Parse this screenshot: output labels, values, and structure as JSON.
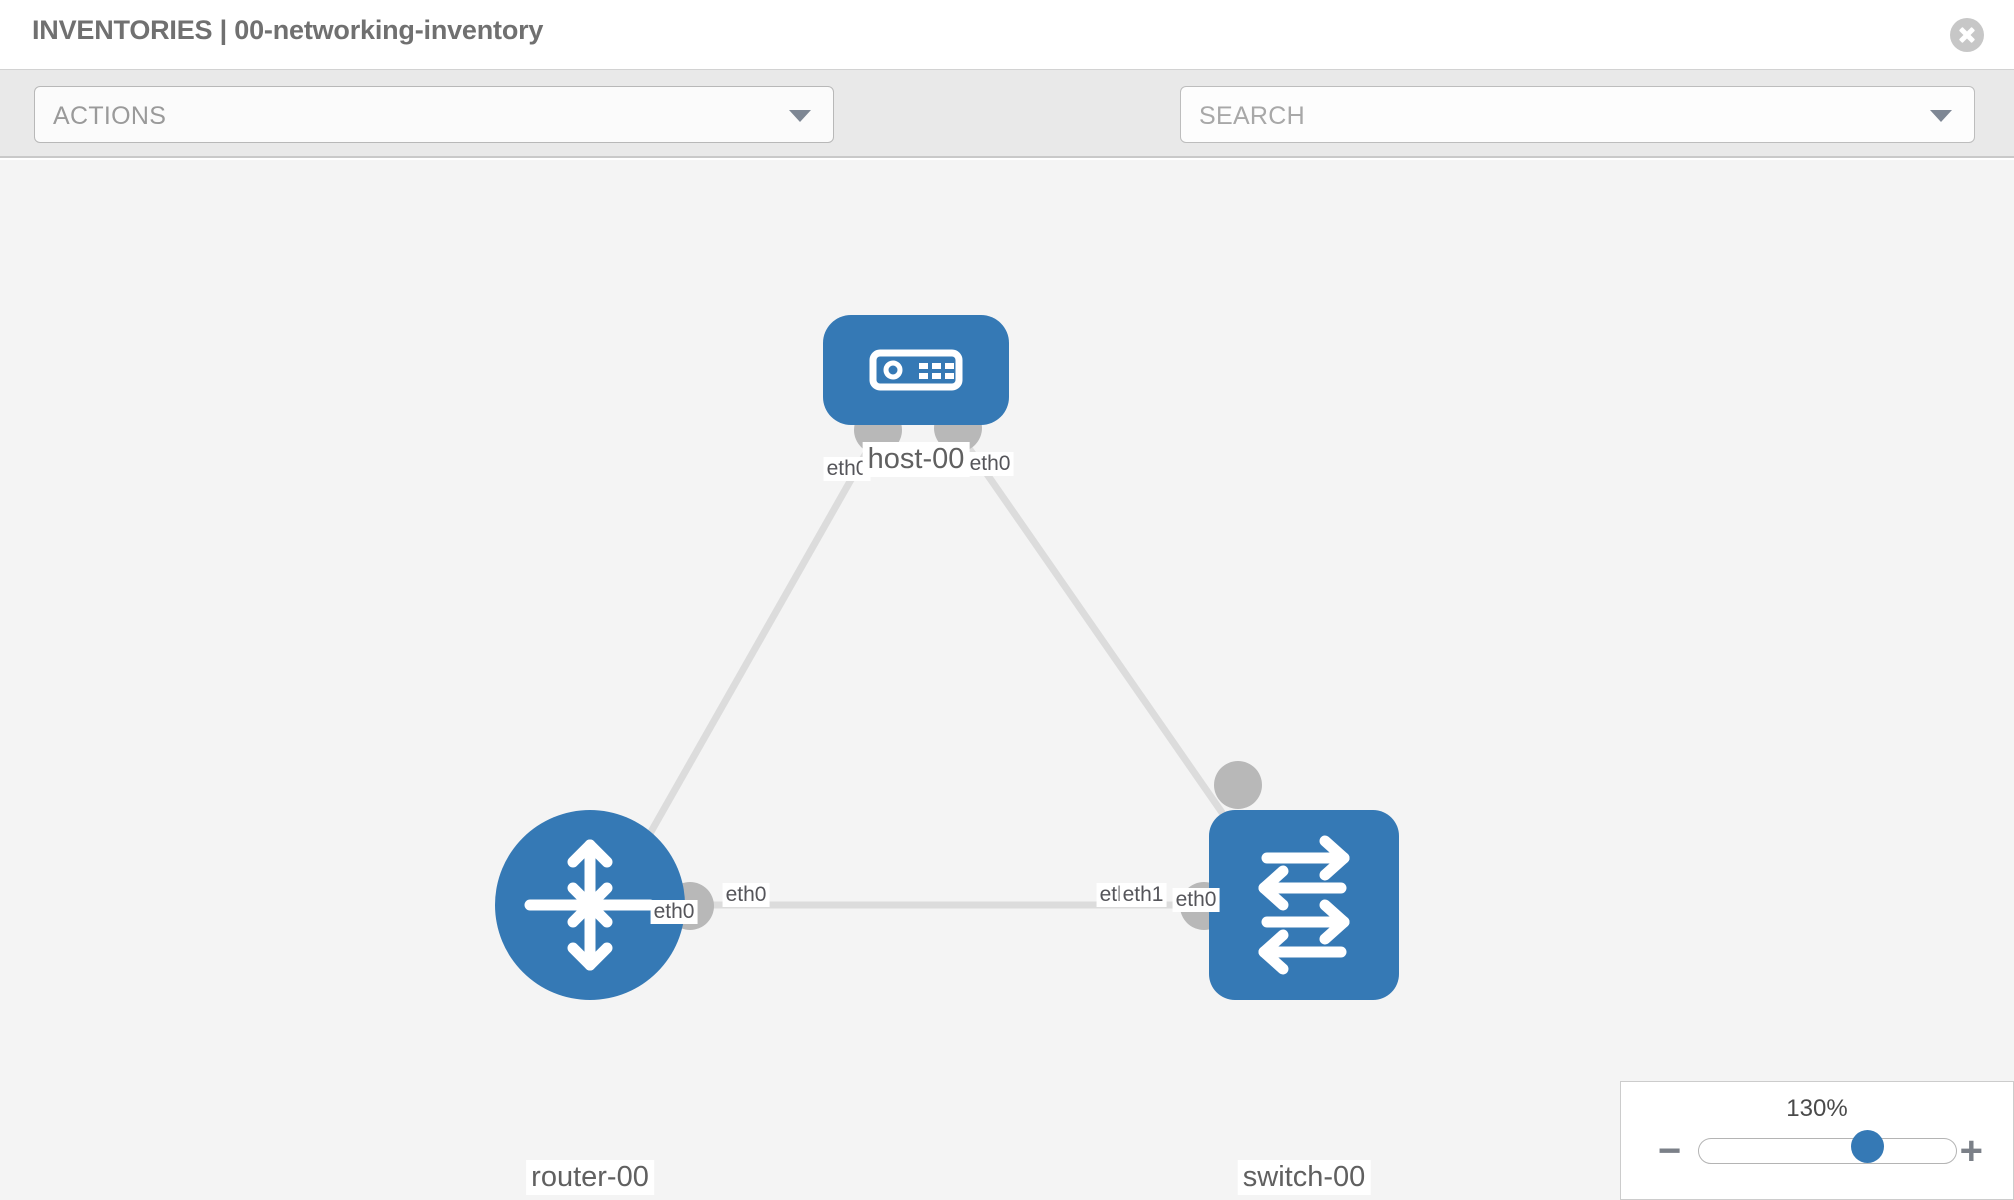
{
  "header": {
    "title": "INVENTORIES | 00-networking-inventory",
    "close_icon": "close-circle-icon"
  },
  "toolbar": {
    "actions_label": "ACTIONS",
    "actions_caret_icon": "chevron-down-icon",
    "wrench_icon": "wrench-icon",
    "key_icon": "key-icon",
    "search_placeholder": "SEARCH",
    "search_value": "",
    "search_caret_icon": "chevron-down-icon"
  },
  "topology": {
    "nodes": [
      {
        "id": "host-00",
        "label": "host-00",
        "type": "host",
        "icon": "server-icon",
        "color": "#3579b5"
      },
      {
        "id": "router-00",
        "label": "router-00",
        "type": "router",
        "icon": "router-arrows-icon",
        "color": "#3579b5"
      },
      {
        "id": "switch-00",
        "label": "switch-00",
        "type": "switch",
        "icon": "switch-arrows-icon",
        "color": "#3579b5"
      }
    ],
    "links": [
      {
        "from": "host-00",
        "to": "router-00",
        "from_iface": "eth0",
        "to_iface": "eth0"
      },
      {
        "from": "host-00",
        "to": "switch-00",
        "from_iface": "eth0",
        "to_iface": "eth0"
      },
      {
        "from": "router-00",
        "to": "switch-00",
        "from_iface": "eth0",
        "to_iface": "eth1"
      }
    ],
    "interface_labels": {
      "host_left": "eth0",
      "host_right": "eth0",
      "router_upper": "eth0",
      "switch_upper": "eth0",
      "router_right": "eth0",
      "switch_left_under": "eth0",
      "switch_left": "eth1"
    },
    "link_color": "#dcdcdc",
    "endpoint_color": "#b8b8b8"
  },
  "zoom_control": {
    "value": "130%",
    "minus_label": "−",
    "plus_label": "+",
    "slider_percent": 62
  }
}
